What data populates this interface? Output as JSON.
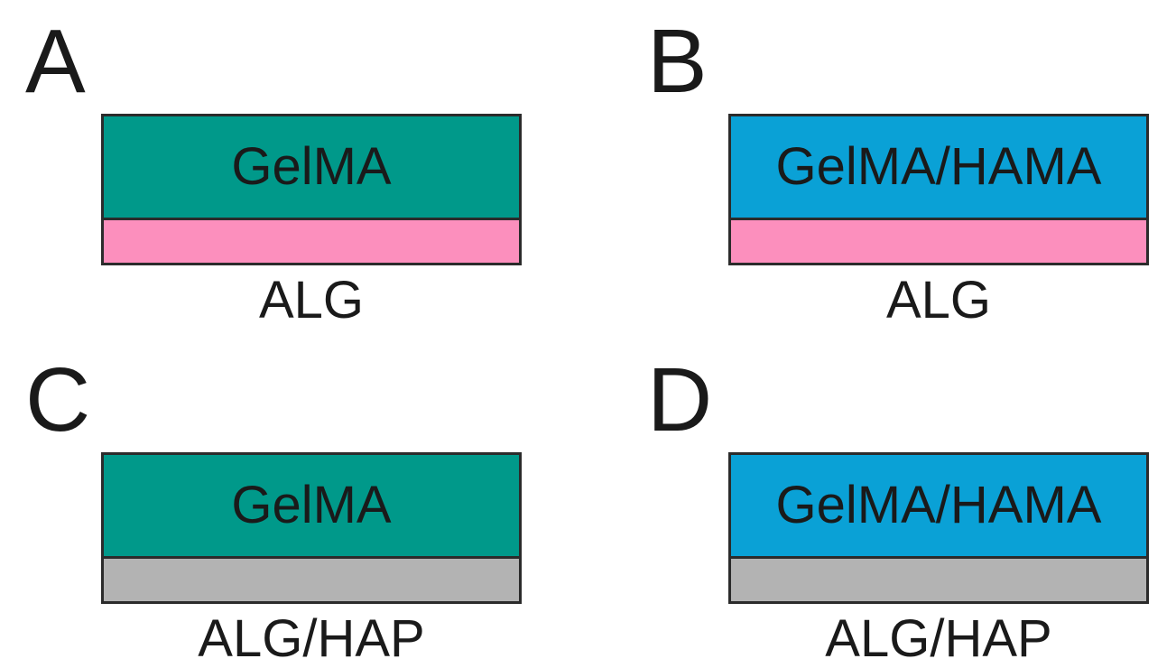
{
  "colors": {
    "gelma": "#00998a",
    "gelma_hama": "#0aa1d6",
    "alg": "#fc8fbd",
    "alg_hap": "#b3b3b3"
  },
  "panels": [
    {
      "letter": "A",
      "top_layer": "GelMA",
      "base_layer": "ALG"
    },
    {
      "letter": "B",
      "top_layer": "GelMA/HAMA",
      "base_layer": "ALG"
    },
    {
      "letter": "C",
      "top_layer": "GelMA",
      "base_layer": "ALG/HAP"
    },
    {
      "letter": "D",
      "top_layer": "GelMA/HAMA",
      "base_layer": "ALG/HAP"
    }
  ]
}
